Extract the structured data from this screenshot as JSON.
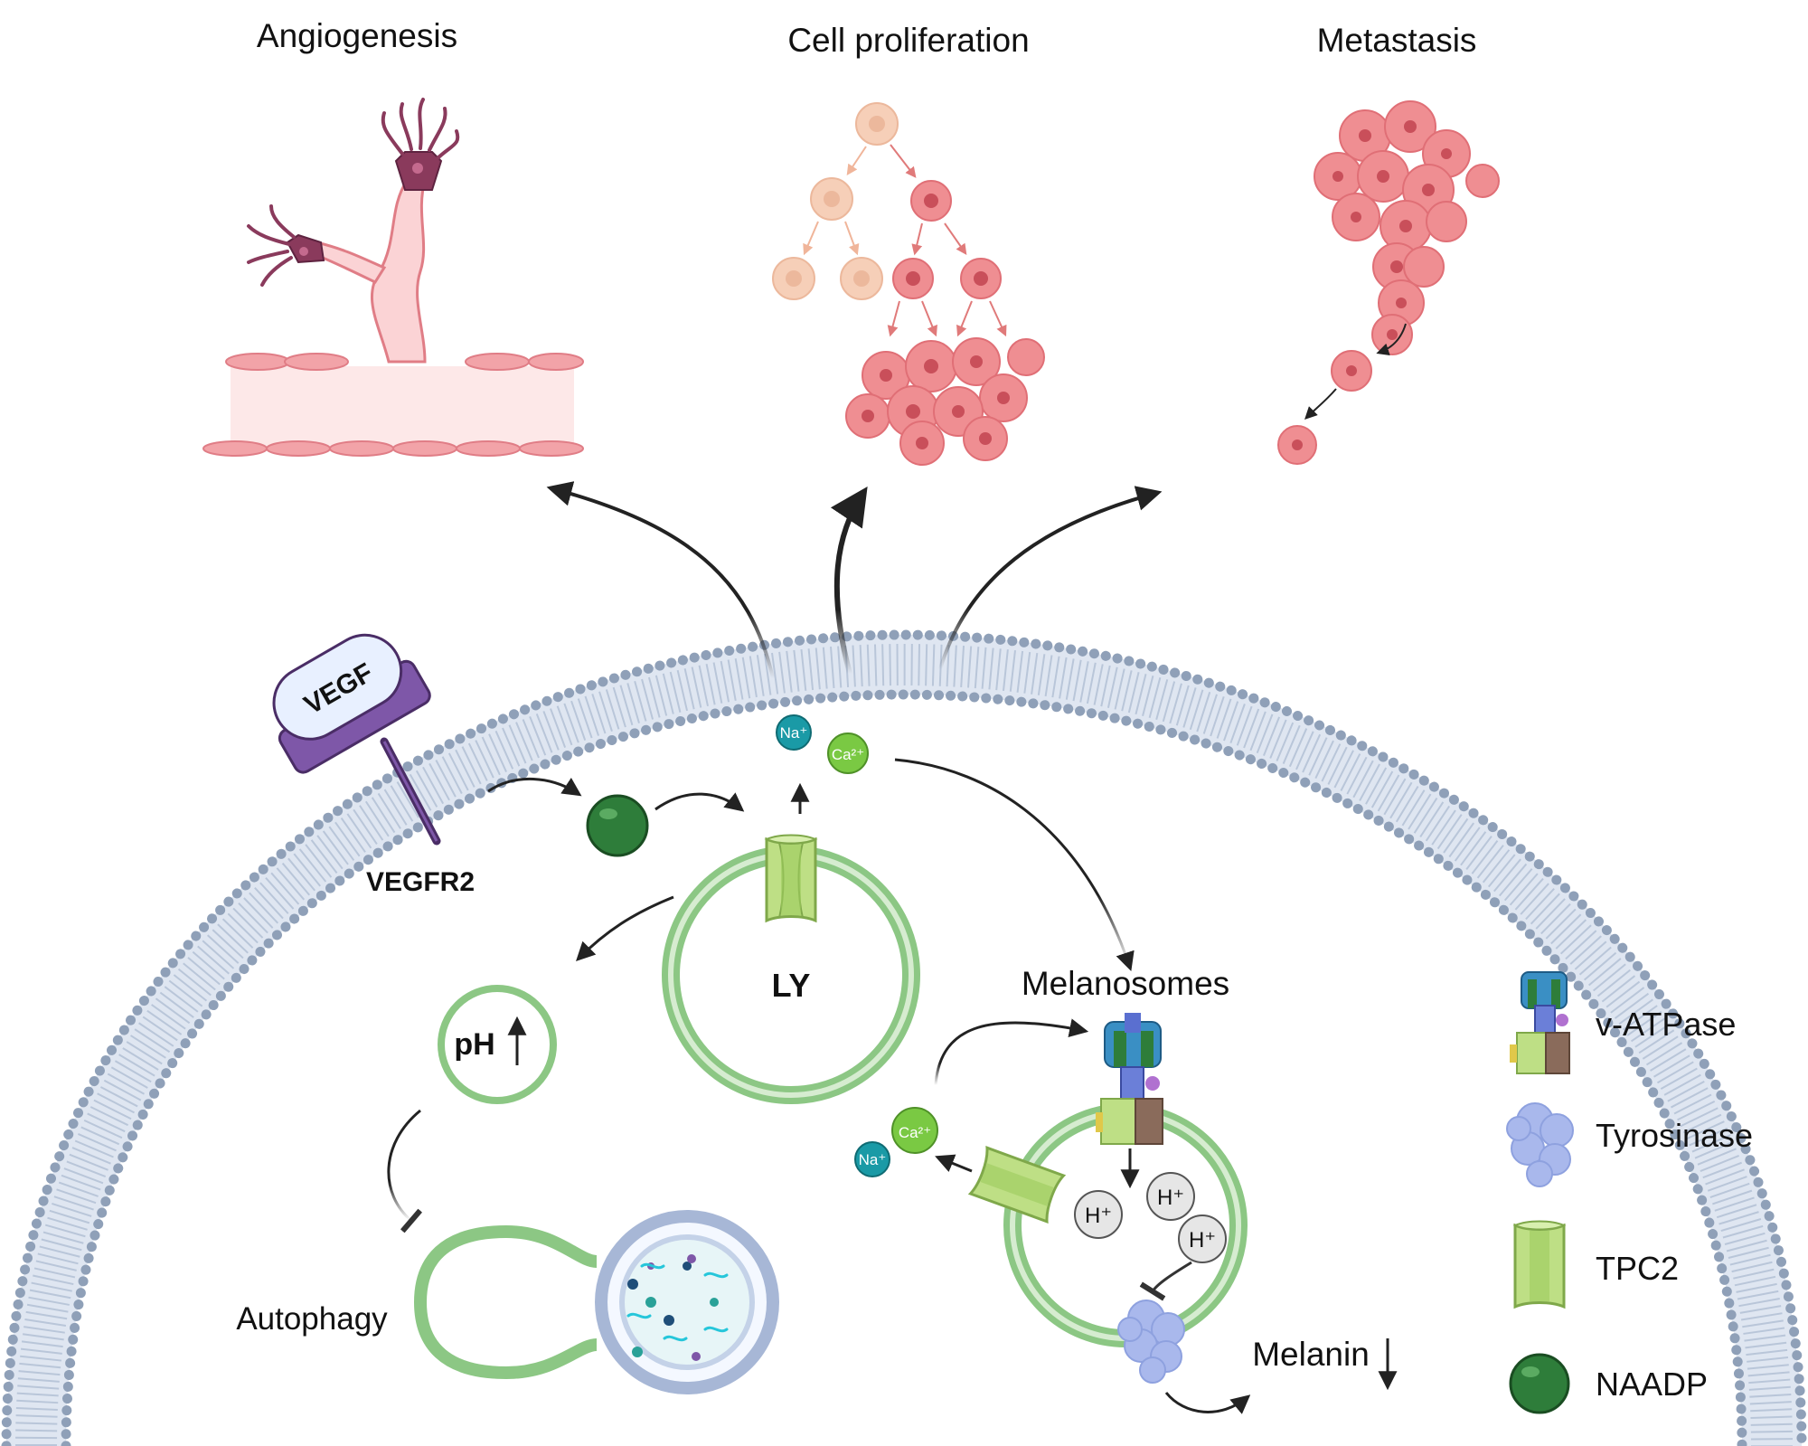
{
  "outcomes": {
    "angiogenesis": "Angiogenesis",
    "proliferation": "Cell proliferation",
    "metastasis": "Metastasis"
  },
  "pathway": {
    "receptor_ligand": "VEGF",
    "receptor": "VEGFR2",
    "lysosome": "LY",
    "ph_label": "pH",
    "ph_change": "increase",
    "autophagy": "Autophagy",
    "melanosomes": "Melanosomes",
    "melanin": "Melanin",
    "melanin_change": "decrease",
    "ions": {
      "sodium": "Na⁺",
      "calcium": "Ca²⁺",
      "proton": "H⁺"
    }
  },
  "legend": [
    {
      "label": "v-ATPase",
      "icon": "v-atpase-icon"
    },
    {
      "label": "Tyrosinase",
      "icon": "tyrosinase-icon"
    },
    {
      "label": "TPC2",
      "icon": "tpc2-icon"
    },
    {
      "label": "NAADP",
      "icon": "naadp-icon"
    }
  ],
  "colors": {
    "cell_membrane": "#8fa0b8",
    "endothelial": "#f2a3a8",
    "tip_cell": "#8a3a5c",
    "cancer_cell": "#ef8e92",
    "progenitor_cell": "#f6cfb8",
    "lysosome_membrane": "#8cc784",
    "tpc2": "#bedf85",
    "naadp": "#2e7d3a",
    "sodium": "#1a9aa6",
    "calcium": "#7ac943",
    "tyrosinase": "#a9b8ec",
    "vegf_receptor": "#7e57a8"
  }
}
